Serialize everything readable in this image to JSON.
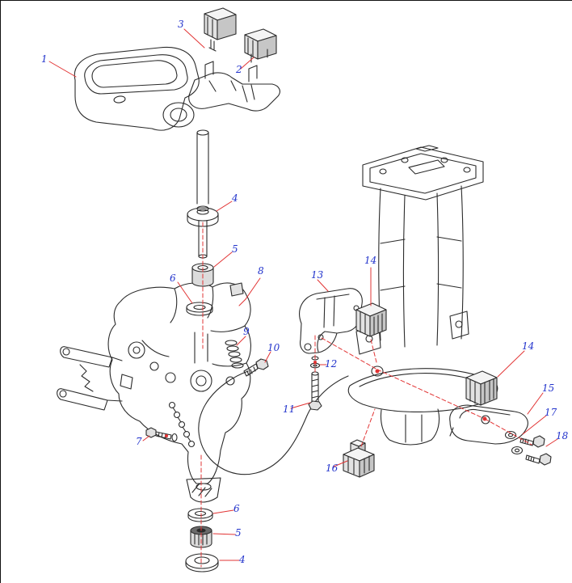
{
  "diagram": {
    "background": "#ffffff",
    "colors": {
      "callout_text": "#2233cc",
      "leader_line": "#e23434",
      "alignment_line": "#e23434",
      "artwork_line": "#2b2b2b"
    },
    "callouts": [
      {
        "part": "1"
      },
      {
        "part": "2"
      },
      {
        "part": "3"
      },
      {
        "part": "4"
      },
      {
        "part": "5"
      },
      {
        "part": "6"
      },
      {
        "part": "7"
      },
      {
        "part": "8"
      },
      {
        "part": "9"
      },
      {
        "part": "10"
      },
      {
        "part": "11"
      },
      {
        "part": "12"
      },
      {
        "part": "13"
      },
      {
        "part": "14"
      },
      {
        "part": "14"
      },
      {
        "part": "15"
      },
      {
        "part": "16"
      },
      {
        "part": "17"
      },
      {
        "part": "18"
      },
      {
        "part": "6"
      },
      {
        "part": "5"
      },
      {
        "part": "4"
      }
    ]
  }
}
